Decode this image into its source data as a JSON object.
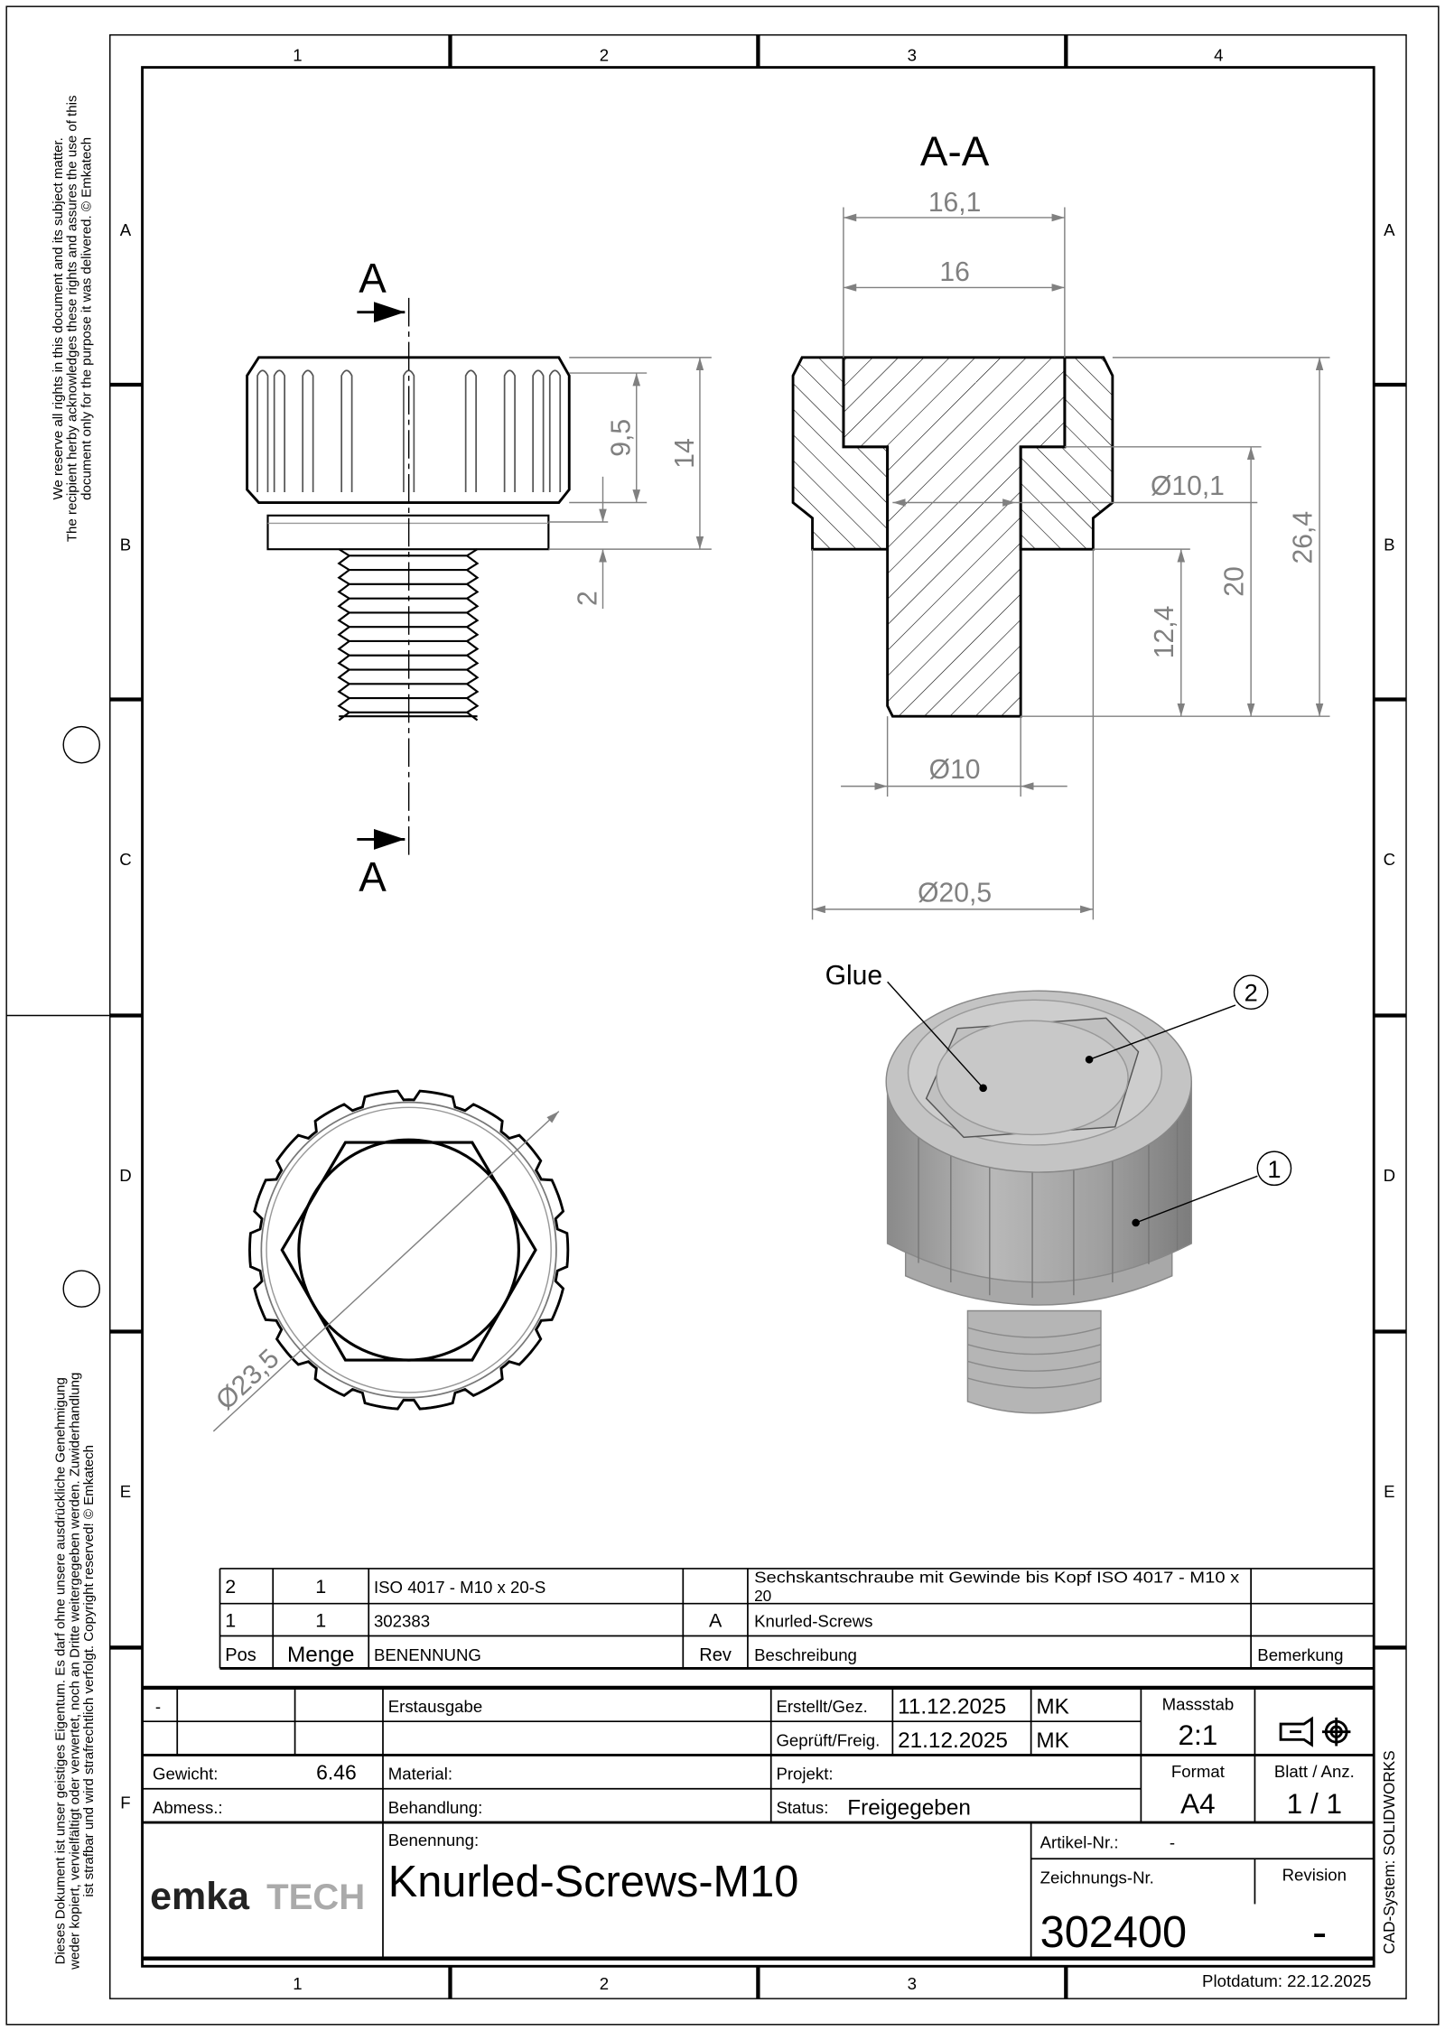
{
  "sheet": {
    "zones_top": [
      "1",
      "2",
      "3",
      "4"
    ],
    "zones_bottom": [
      "1",
      "2",
      "3"
    ],
    "rows": [
      "A",
      "B",
      "C",
      "D",
      "E",
      "F"
    ],
    "plot_date": "Plotdatum: 22.12.2025",
    "notice_en": [
      "We reserve all rights in this document and its subject matter.",
      "The recipient herby acknowledges these rights and assures the use of this",
      "document only for the purpose it was delivered.    © Emkatech"
    ],
    "notice_de": [
      "Dieses Dokument ist unser geistiges Eigentum. Es darf ohne unsere ausdrückliche Genehmigung",
      "weder kopiert, vervielfältigt oder verwertet, noch an Dritte weitergegeben werden. Zuwiderhandlung",
      "ist strafbar und wird strafrechtlich verfolgt.    Copyright reserved!    © Emkatech"
    ],
    "cad_system": "CAD-System: SOLIDWORKS"
  },
  "views": {
    "section_marker": "A",
    "section_title": "A-A",
    "dims_front": [
      "9,5",
      "14",
      "2"
    ],
    "dims_section": {
      "d161": "16,1",
      "d16": "16",
      "d101": "Ø10,1",
      "d264": "26,4",
      "d20": "20",
      "d124": "12,4",
      "d10": "Ø10",
      "d205": "Ø20,5"
    },
    "dim_top": "Ø23,5",
    "glue_label": "Glue",
    "balloons": [
      "1",
      "2"
    ]
  },
  "bom": {
    "headers": [
      "Pos",
      "Menge",
      "BENENNUNG",
      "Rev",
      "Beschreibung",
      "Bemerkung"
    ],
    "rows": [
      {
        "pos": "2",
        "qty": "1",
        "name": "ISO 4017 - M10 x 20-S",
        "rev": "",
        "desc1": "Sechskantschraube mit Gewinde bis Kopf ISO 4017 - M10 x",
        "desc2": "20",
        "note": ""
      },
      {
        "pos": "1",
        "qty": "1",
        "name": "302383",
        "rev": "A",
        "desc1": "Knurled-Screws",
        "desc2": "",
        "note": ""
      }
    ]
  },
  "title_block": {
    "rev_index": "-",
    "change_text": "Erstausgabe",
    "created_label": "Erstellt/Gez.",
    "created_date": "11.12.2025",
    "created_by": "MK",
    "checked_label": "Geprüft/Freig.",
    "checked_date": "21.12.2025",
    "checked_by": "MK",
    "scale_label": "Massstab",
    "scale": "2:1",
    "weight_label": "Gewicht:",
    "weight": "6.46",
    "material_label": "Material:",
    "project_label": "Projekt:",
    "format_label": "Format",
    "format": "A4",
    "sheet_label": "Blatt / Anz.",
    "sheet": "1 / 1",
    "dims_label": "Abmess.:",
    "treatment_label": "Behandlung:",
    "status_label": "Status:",
    "status": "Freigegeben",
    "logo_a": "emka",
    "logo_b": "TECH",
    "name_label": "Benennung:",
    "name": "Knurled-Screws-M10",
    "article_label": "Artikel-Nr.:",
    "article": "-",
    "drawing_no_label": "Zeichnungs-Nr.",
    "drawing_no": "302400",
    "revision_label": "Revision",
    "revision": "-"
  }
}
